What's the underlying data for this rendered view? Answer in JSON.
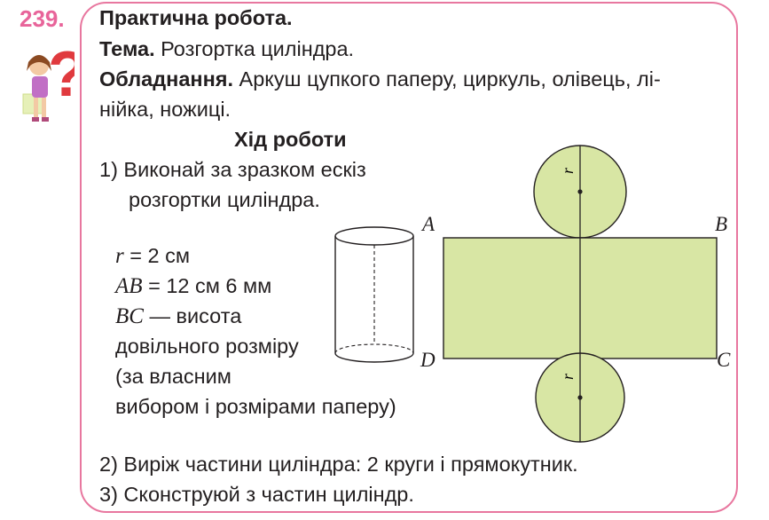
{
  "exercise_number": "239.",
  "colors": {
    "accent_pink": "#e8649a",
    "shape_fill": "#d8e6a4"
  },
  "title": "Практична робота.",
  "topic": {
    "label": "Тема.",
    "text": " Розгортка циліндра."
  },
  "equipment": {
    "label": "Обладнання.",
    "line1": " Аркуш цупкого паперу, циркуль, олівець, лі-",
    "line2": "нійка, ножиці."
  },
  "procedure_heading": "Хід роботи",
  "step1": {
    "line1": "1) Виконай за зразком ескіз",
    "line2": "розгортки циліндра."
  },
  "given": {
    "r_var": "r",
    "r_val": " = 2 см",
    "ab_var": "AB",
    "ab_val": " = 12 см 6 мм",
    "bc_var": "BC",
    "bc_val": " — висота",
    "line4": "довільного розміру",
    "line5": "(за власним",
    "line6": "вибором і розмірами паперу)"
  },
  "diagram": {
    "radius_label": "r",
    "points": {
      "a": "A",
      "b": "B",
      "c": "C",
      "d": "D"
    }
  },
  "step2": "2) Виріж частини циліндра: 2 круги і прямокутник.",
  "step3": "3) Сконструюй з частин циліндр."
}
